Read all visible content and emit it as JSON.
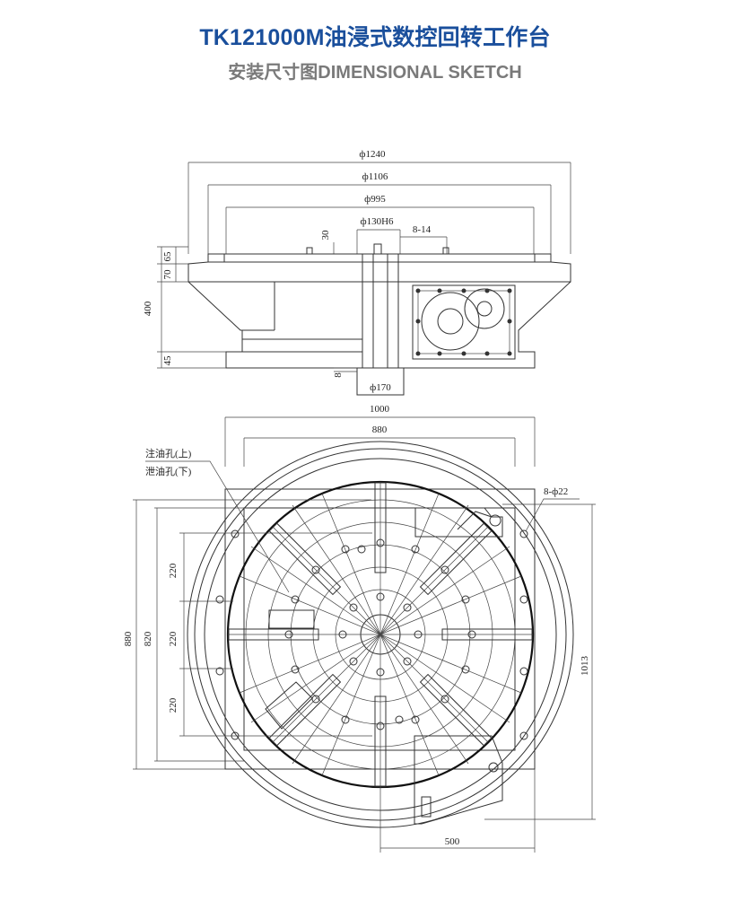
{
  "header": {
    "title": "TK121000M油浸式数控回转工作台",
    "subtitle": "安装尺寸图DIMENSIONAL SKETCH"
  },
  "front_view": {
    "dims": {
      "d1240": "ф1240",
      "d1106": "ф1106",
      "d995": "ф995",
      "d130": "ф130H6",
      "slot": "8-14",
      "h30": "30",
      "h65": "65",
      "h70": "70",
      "h400": "400",
      "h45": "45",
      "h8": "8",
      "d170": "ф170"
    }
  },
  "top_view": {
    "labels": {
      "oil_in": "注油孔(上)",
      "oil_out": "泄油孔(下)",
      "holes": "8-ф22"
    },
    "dims": {
      "w1000": "1000",
      "w880": "880",
      "h880": "880",
      "h820": "820",
      "p1": "220",
      "p2": "220",
      "p3": "220",
      "h1013": "1013",
      "w500": "500"
    }
  },
  "colors": {
    "title": "#1a4f9c",
    "subtitle": "#7a7a7a",
    "line": "#333333"
  }
}
